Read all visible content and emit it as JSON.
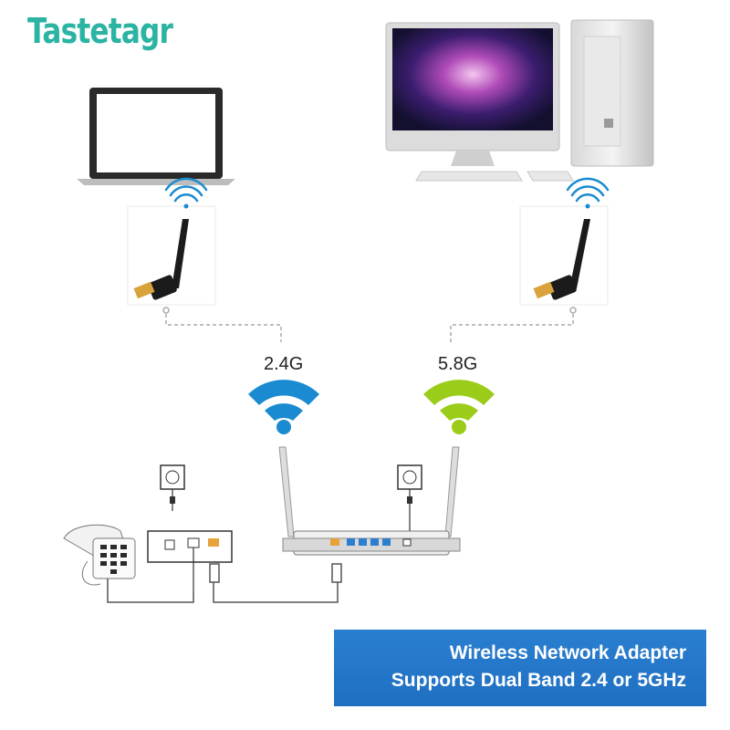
{
  "brand": {
    "name": "Tastetagr",
    "color": "#2bb3a3"
  },
  "bands": {
    "left": {
      "label": "2.4G",
      "color": "#1a8bd0"
    },
    "right": {
      "label": "5.8G",
      "color": "#9bcc1a"
    }
  },
  "banner": {
    "line1": "Wireless Network Adapter",
    "line2": "Supports Dual Band 2.4 or 5GHz",
    "color": "#1f6fc2"
  },
  "icons": [
    "laptop-icon",
    "desktop-monitor-icon",
    "tower-pc-icon",
    "keyboard-icon",
    "mouse-icon",
    "usb-wifi-adapter-icon",
    "wifi-signal-icon",
    "router-icon",
    "modem-icon",
    "power-outlet-icon",
    "telephone-icon"
  ]
}
